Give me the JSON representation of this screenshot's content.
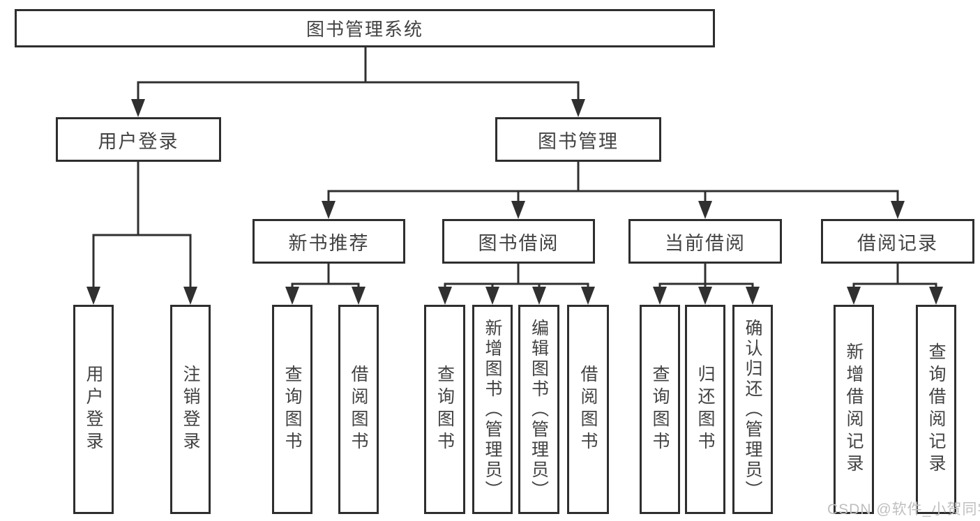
{
  "nodes": {
    "root": "图书管理系统",
    "user_login": "用户登录",
    "book_mgmt": "图书管理",
    "new_book_rec": "新书推荐",
    "book_borrow": "图书借阅",
    "current_borrow": "当前借阅",
    "borrow_records": "借阅记录",
    "ul_user_login": "用户登录",
    "ul_logout": "注销登录",
    "nb_query_book": "查询图书",
    "nb_borrow_book": "借阅图书",
    "bb_query_book": "查询图书",
    "bb_add_book": "新增图书（管理员）",
    "bb_edit_book": "编辑图书（管理员）",
    "bb_borrow_book": "借阅图书",
    "cb_query_book": "查询图书",
    "cb_return_book": "归还图书",
    "cb_confirm_return": "确认归还（管理员）",
    "br_add_record": "新增借阅记录",
    "br_query_record": "查询借阅记录"
  },
  "hierarchy": {
    "图书管理系统": [
      "用户登录",
      "图书管理"
    ],
    "用户登录": [
      "用户登录",
      "注销登录"
    ],
    "图书管理": [
      "新书推荐",
      "图书借阅",
      "当前借阅",
      "借阅记录"
    ],
    "新书推荐": [
      "查询图书",
      "借阅图书"
    ],
    "图书借阅": [
      "查询图书",
      "新增图书（管理员）",
      "编辑图书（管理员）",
      "借阅图书"
    ],
    "当前借阅": [
      "查询图书",
      "归还图书",
      "确认归还（管理员）"
    ],
    "借阅记录": [
      "新增借阅记录",
      "查询借阅记录"
    ]
  },
  "watermark": "CSDN @软件_小贺同学",
  "colors": {
    "line": "#303030",
    "box_border": "#2e2e2e",
    "text": "#424242",
    "background": "#ffffff",
    "watermark": "#bfbfbf"
  }
}
